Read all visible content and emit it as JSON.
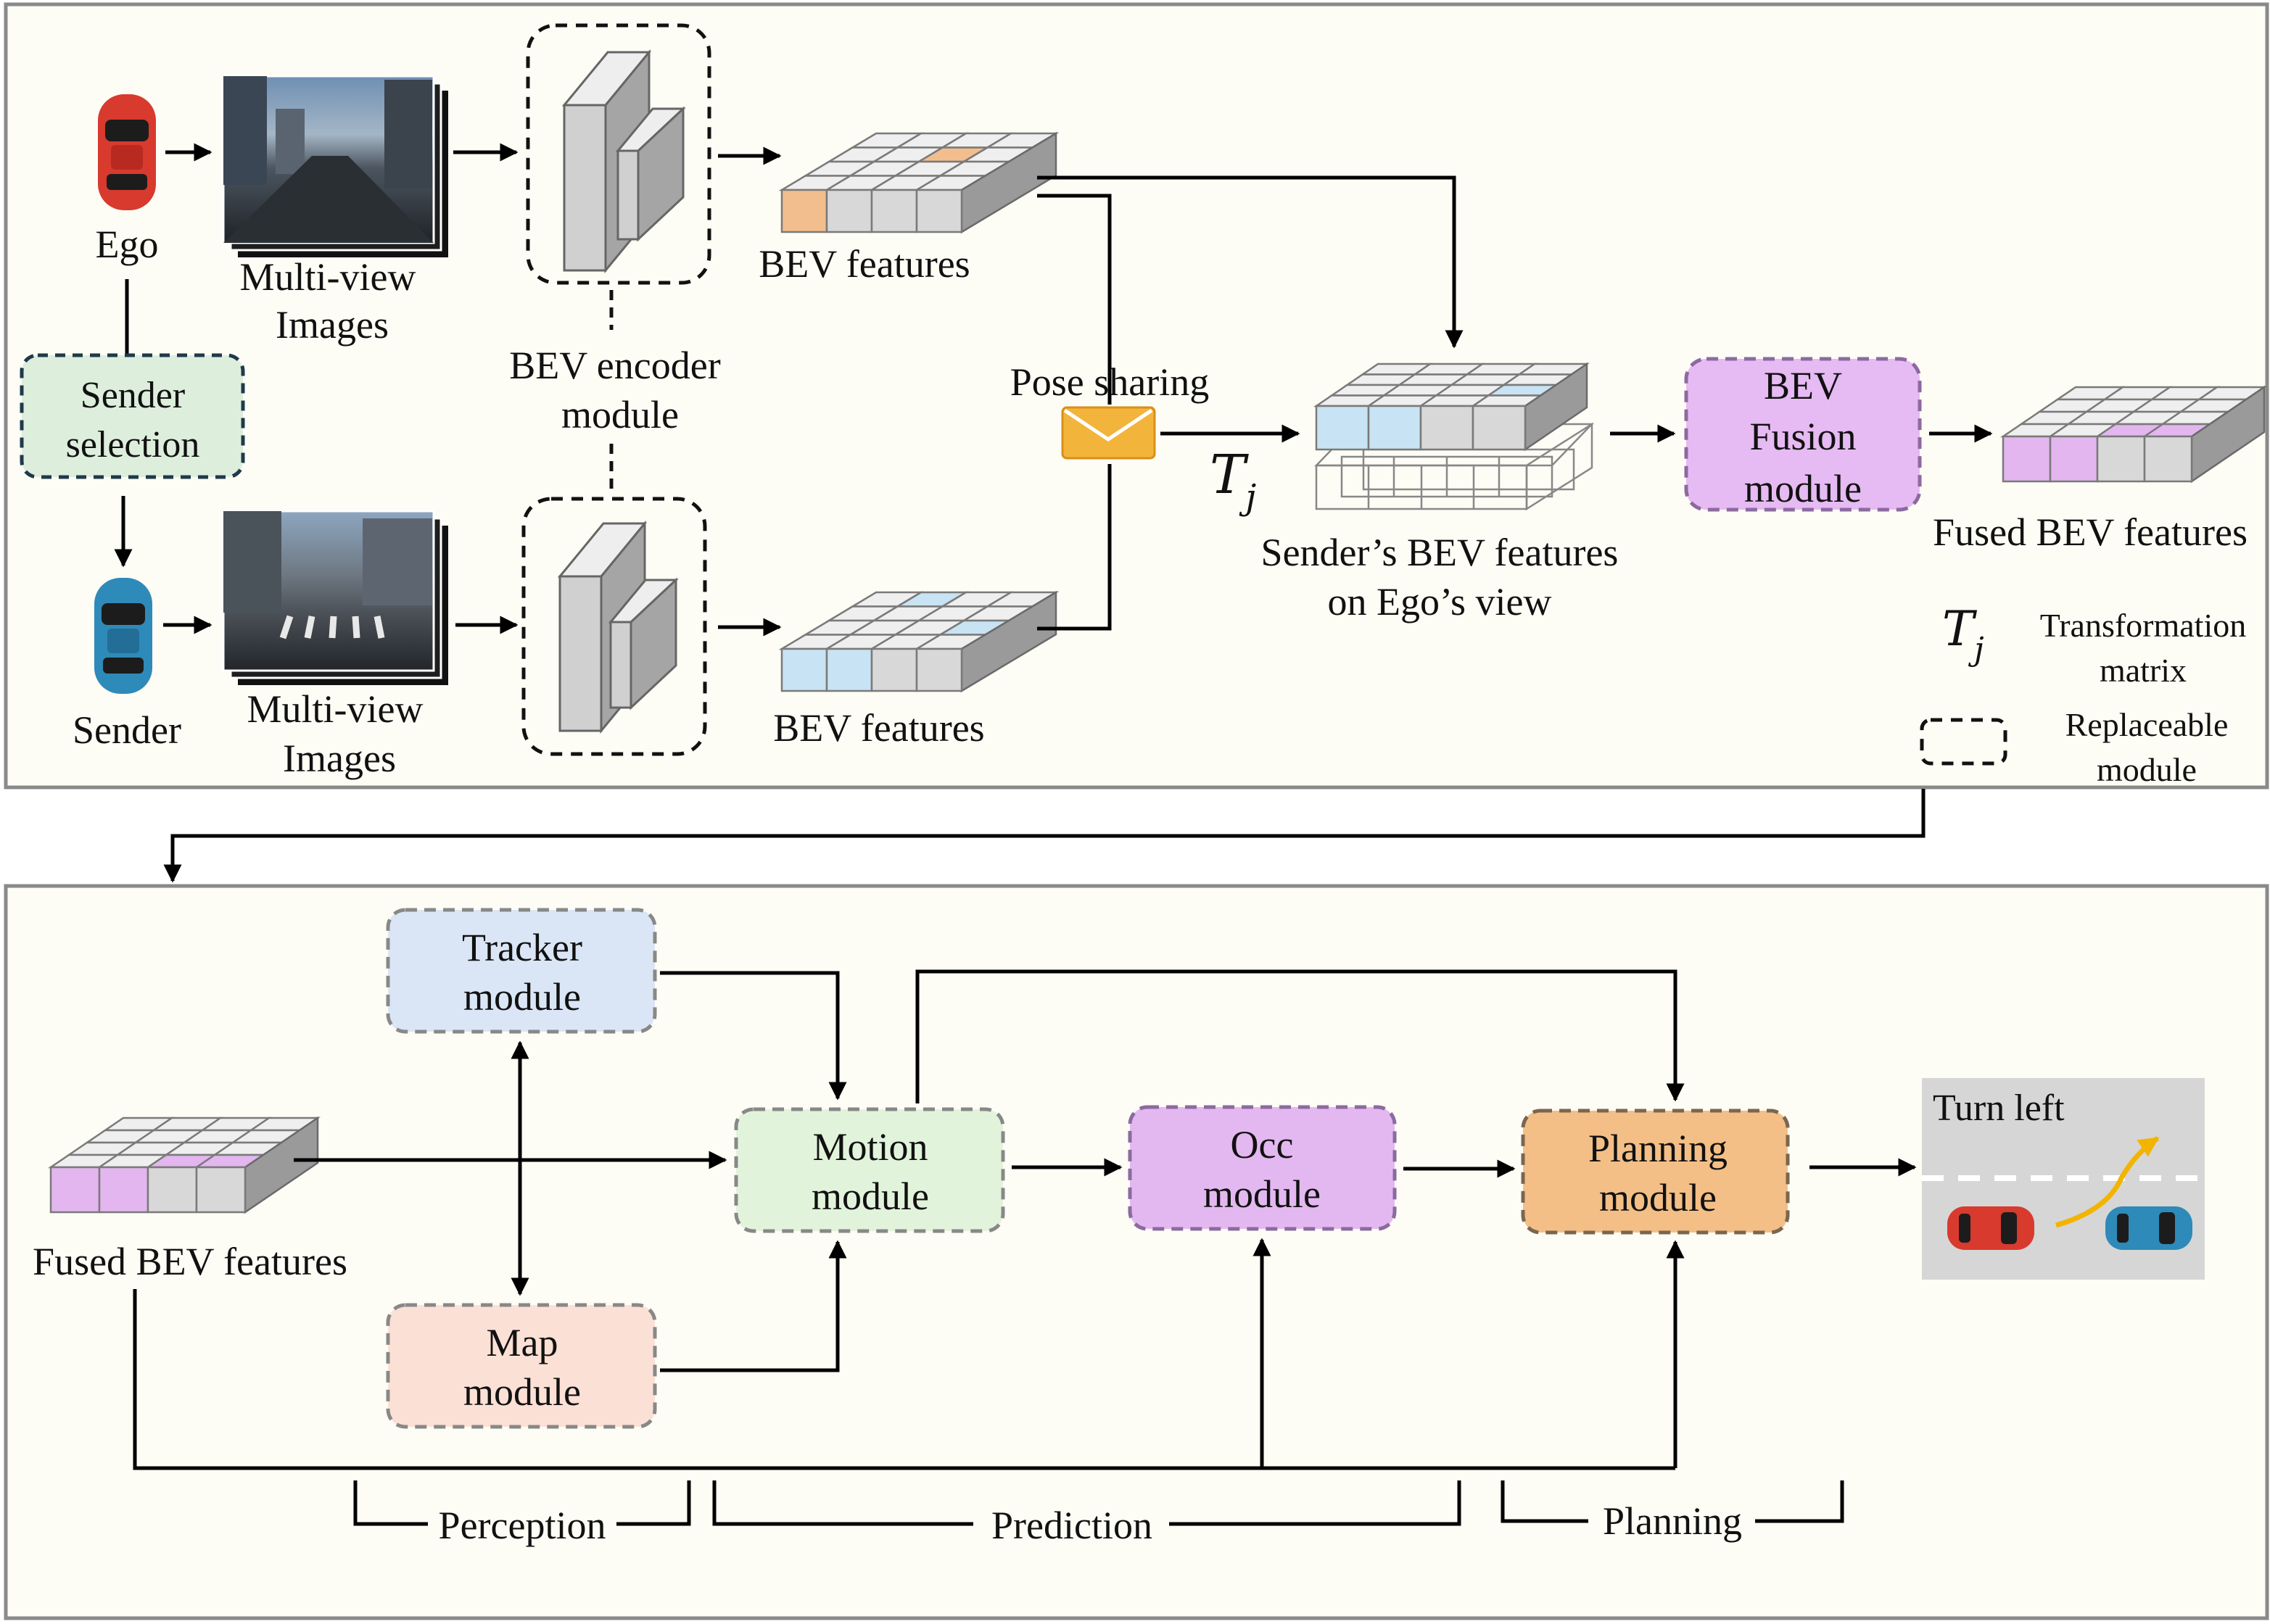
{
  "top_panel": {
    "ego_label": "Ego",
    "sender_label": "Sender",
    "sender_selection": [
      "Sender",
      "selection"
    ],
    "multiview_ego": [
      "Multi-view",
      "Images"
    ],
    "multiview_sender": [
      "Multi-view",
      "Images"
    ],
    "bev_encoder": [
      "BEV encoder",
      "module"
    ],
    "bev_features_ego": "BEV features",
    "bev_features_sender": "BEV features",
    "pose_sharing": "Pose sharing",
    "tj_symbol": "T",
    "tj_subscript": "j",
    "senders_bev": [
      "Sender’s BEV features",
      "on Ego’s view"
    ],
    "bev_fusion": [
      "BEV",
      "Fusion",
      "module"
    ],
    "fused_bev_top": "Fused BEV features",
    "legend": {
      "transformation": [
        "Transformation",
        "matrix"
      ],
      "replaceable": [
        "Replaceable",
        "module"
      ]
    }
  },
  "bottom_panel": {
    "fused_bev": "Fused BEV features",
    "tracker": [
      "Tracker",
      "module"
    ],
    "map": [
      "Map",
      "module"
    ],
    "motion": [
      "Motion",
      "module"
    ],
    "occ": [
      "Occ",
      "module"
    ],
    "planning": [
      "Planning",
      "module"
    ],
    "turn_left": "Turn left",
    "stages": {
      "perception": "Perception",
      "prediction": "Prediction",
      "planning": "Planning"
    }
  },
  "colors": {
    "panel_border": "#8a8a8a",
    "panel_bg": "#fdfcf5",
    "sender_selection_fill": "#ddeedd",
    "tracker_fill": "#dae6f5",
    "map_fill": "#fbe0d6",
    "motion_fill": "#e2f3dc",
    "occ_fill": "#e3b8f0",
    "fusion_fill": "#e6baf2",
    "planning_fill": "#f3bf86",
    "grid_orange": "#f3be8e",
    "grid_blue": "#c8e3f3",
    "grid_purple": "#e3b6f0",
    "grid_gray": "#d8d8d8",
    "envelope": "#f3b43c",
    "ego_car": "#d83a2e",
    "sender_car": "#2e8ab8",
    "road": "#d6d6d6",
    "turn_arrow": "#f3b400"
  }
}
